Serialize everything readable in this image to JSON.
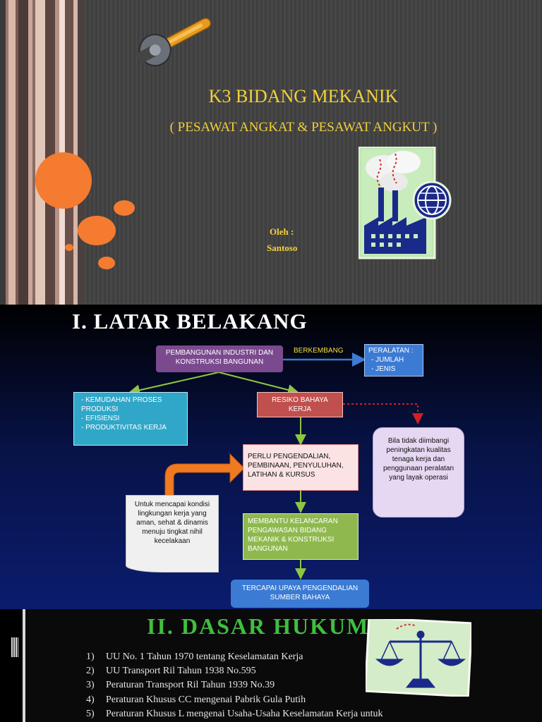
{
  "slide1": {
    "title": "K3 BIDANG MEKANIK",
    "subtitle": "( PESAWAT ANGKAT & PESAWAT ANGKUT )",
    "by_label": "Oleh :",
    "author": "Santoso",
    "icons": [
      "wrench-icon",
      "factory-globe-icon"
    ]
  },
  "slide2": {
    "title": "I. LATAR BELAKANG",
    "box_industri": "PEMBANGUNAN INDUSTRI DAN KONSTRUKSI BANGUNAN",
    "label_berkembang": "BERKEMBANG",
    "box_peralatan": {
      "heading": "PERALATAN :",
      "items": [
        "JUMLAH",
        "JENIS"
      ]
    },
    "box_kemudahan": {
      "items": [
        "KEMUDAHAN PROSES PRODUKSI",
        "EFISIENSI",
        "PRODUKTIVITAS KERJA"
      ]
    },
    "box_resiko": "RESIKO BAHAYA KERJA",
    "box_bila": "Bila tidak diimbangi peningkatan kualitas tenaga kerja dan penggunaan peralatan yang layak operasi",
    "box_perlu": "PERLU PENGENDALIAN, PEMBINAAN, PENYULUHAN, LATIHAN & KURSUS",
    "box_untuk": "Untuk mencapai kondisi lingkungan kerja yang aman, sehat & dinamis menuju tingkat nihil kecelakaan",
    "box_membantu": "MEMBANTU  KELANCARAN PENGAWASAN BIDANG MEKANIK & KONSTRUKSI BANGUNAN",
    "box_tercapai": "TERCAPAI UPAYA PENGENDALIAN SUMBER BAHAYA"
  },
  "slide3": {
    "title": "II. DASAR HUKUM",
    "laws": [
      {
        "num": "1)",
        "text": "UU No. 1 Tahun 1970 tentang Keselamatan Kerja"
      },
      {
        "num": "2)",
        "text": "UU Transport Ril Tahun 1938 No.595"
      },
      {
        "num": "3)",
        "text": "Peraturan Transport Ril Tahun 1939 No.39"
      },
      {
        "num": "4)",
        "text": "Peraturan Khusus CC mengenai Pabrik Gula Putih"
      },
      {
        "num": "5)",
        "text": "Peraturan Khusus L mengenai Usaha-Usaha Keselamatan Kerja untuk"
      }
    ],
    "icons": [
      "scales-of-justice-icon"
    ]
  },
  "colors": {
    "accent_orange": "#f47b30",
    "title_yellow": "#f2d13b",
    "law_title_green": "#3fbf3f"
  }
}
